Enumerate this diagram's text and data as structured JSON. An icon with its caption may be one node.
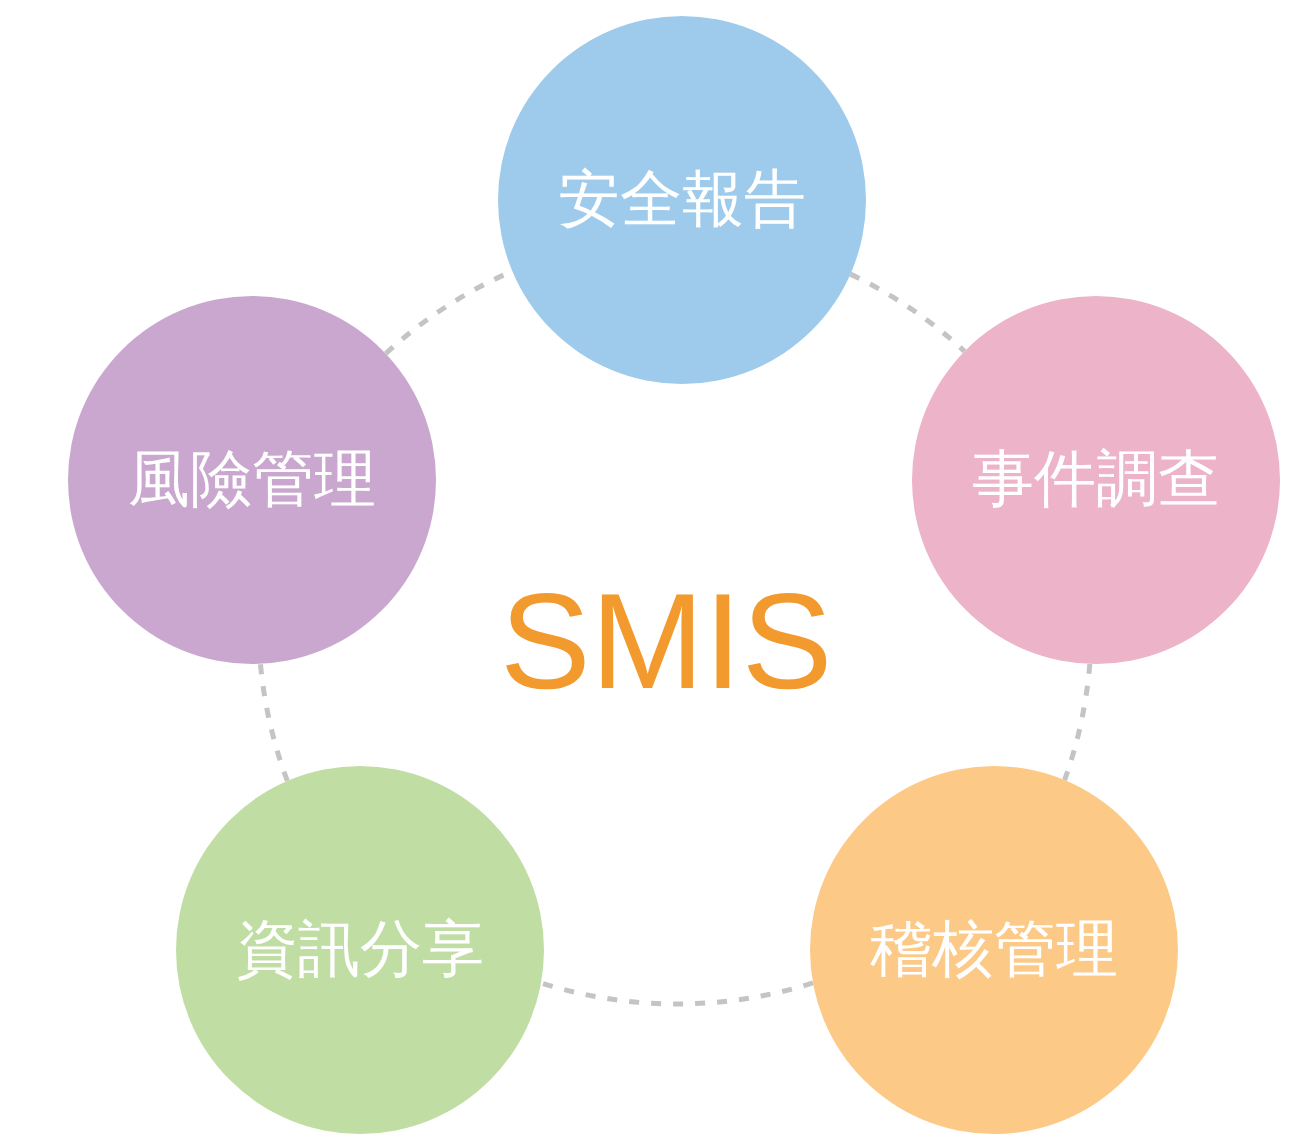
{
  "diagram": {
    "nodes": [
      {
        "text": [
          "安全報告"
        ]
      },
      {
        "text": [
          "風險管理"
        ]
      },
      {
        "text": [
          "事件調查"
        ]
      },
      {
        "text": [
          "資訊分享"
        ]
      },
      {
        "text": [
          "稽核管理"
        ]
      }
    ],
    "edges": [
      {
        "from": 0,
        "to": 2,
        "arrow": "none",
        "style": "dashed"
      },
      {
        "from": 2,
        "to": 4,
        "arrow": "none",
        "style": "dashed"
      },
      {
        "from": 4,
        "to": 3,
        "arrow": "none",
        "style": "dashed"
      },
      {
        "from": 3,
        "to": 1,
        "arrow": "none",
        "style": "dashed"
      },
      {
        "from": 1,
        "to": 0,
        "arrow": "none",
        "style": "dashed"
      }
    ],
    "labels": [
      "SMIS"
    ]
  }
}
